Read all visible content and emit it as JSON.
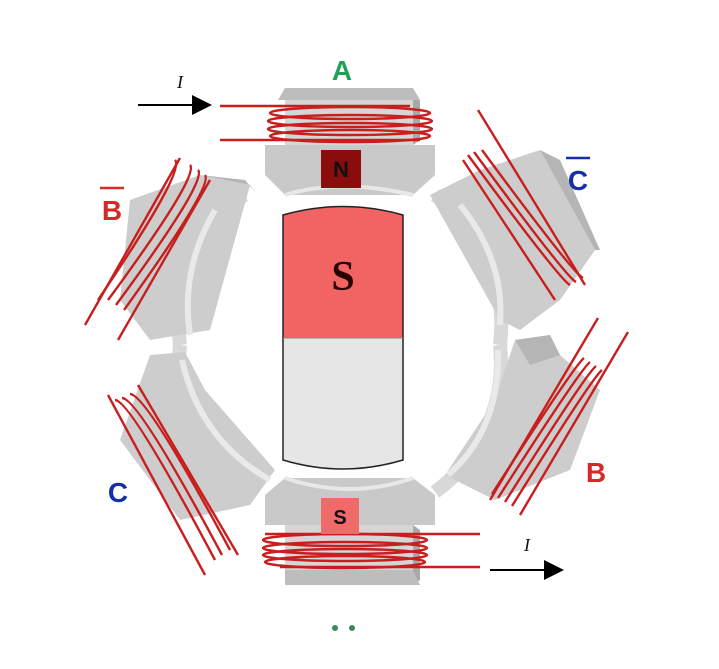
{
  "diagram": {
    "phase_labels": {
      "a": "A",
      "b": "B",
      "c": "C",
      "b_bar": "B",
      "c_bar": "C"
    },
    "current_label_top": "I",
    "current_label_bottom": "I",
    "stator_top_pole_mark": "N",
    "stator_bottom_pole_mark": "S",
    "rotor_pole_mark": "S",
    "colors": {
      "phase_a": "#1fa15a",
      "phase_b": "#d42a2a",
      "phase_c": "#1530a6",
      "winding": "#c81e1e",
      "rotor_s": "#f26464",
      "stator_n": "#8a0c0c",
      "stator_s": "#f06a6a",
      "iron": "#cfcfcf"
    }
  }
}
